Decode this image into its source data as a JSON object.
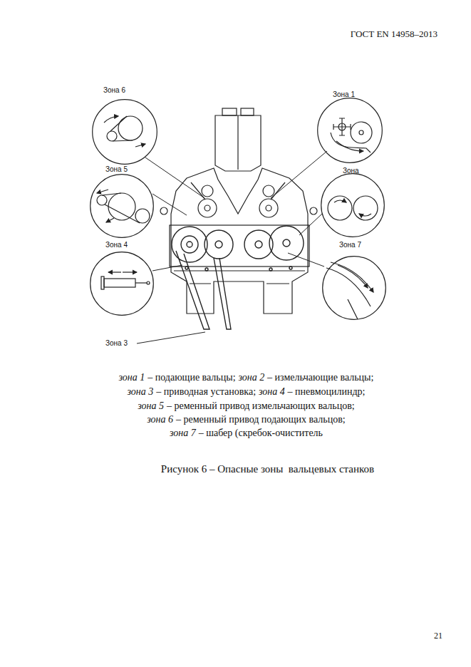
{
  "diagram": {
    "caption": "Рисунок 6 – Опасные зоны  вальцевых станков",
    "nodes": [
      {
        "text": [
          "Зона 6"
        ]
      },
      {
        "text": [
          "Зона 1"
        ]
      },
      {
        "text": [
          "Зона 5"
        ]
      },
      {
        "text": [
          "Зона"
        ]
      },
      {
        "text": [
          "Зона 4"
        ]
      },
      {
        "text": [
          "Зона 7"
        ]
      }
    ],
    "labels": [
      "ГОСТ EN 14958–2013",
      "Зона 3",
      "зона 1",
      "– подающие вальцы;",
      "зона 2",
      "– измельчающие вальцы;",
      "зона 3",
      "– приводная установка;",
      "зона 4",
      "– пневмоцилиндр;",
      "зона 5",
      "– ременный привод измельчающих вальцов;",
      "зона 6",
      "– ременный привод подающих вальцов;",
      "зона 7",
      "– шабер (скребок-очиститель",
      "21"
    ]
  }
}
